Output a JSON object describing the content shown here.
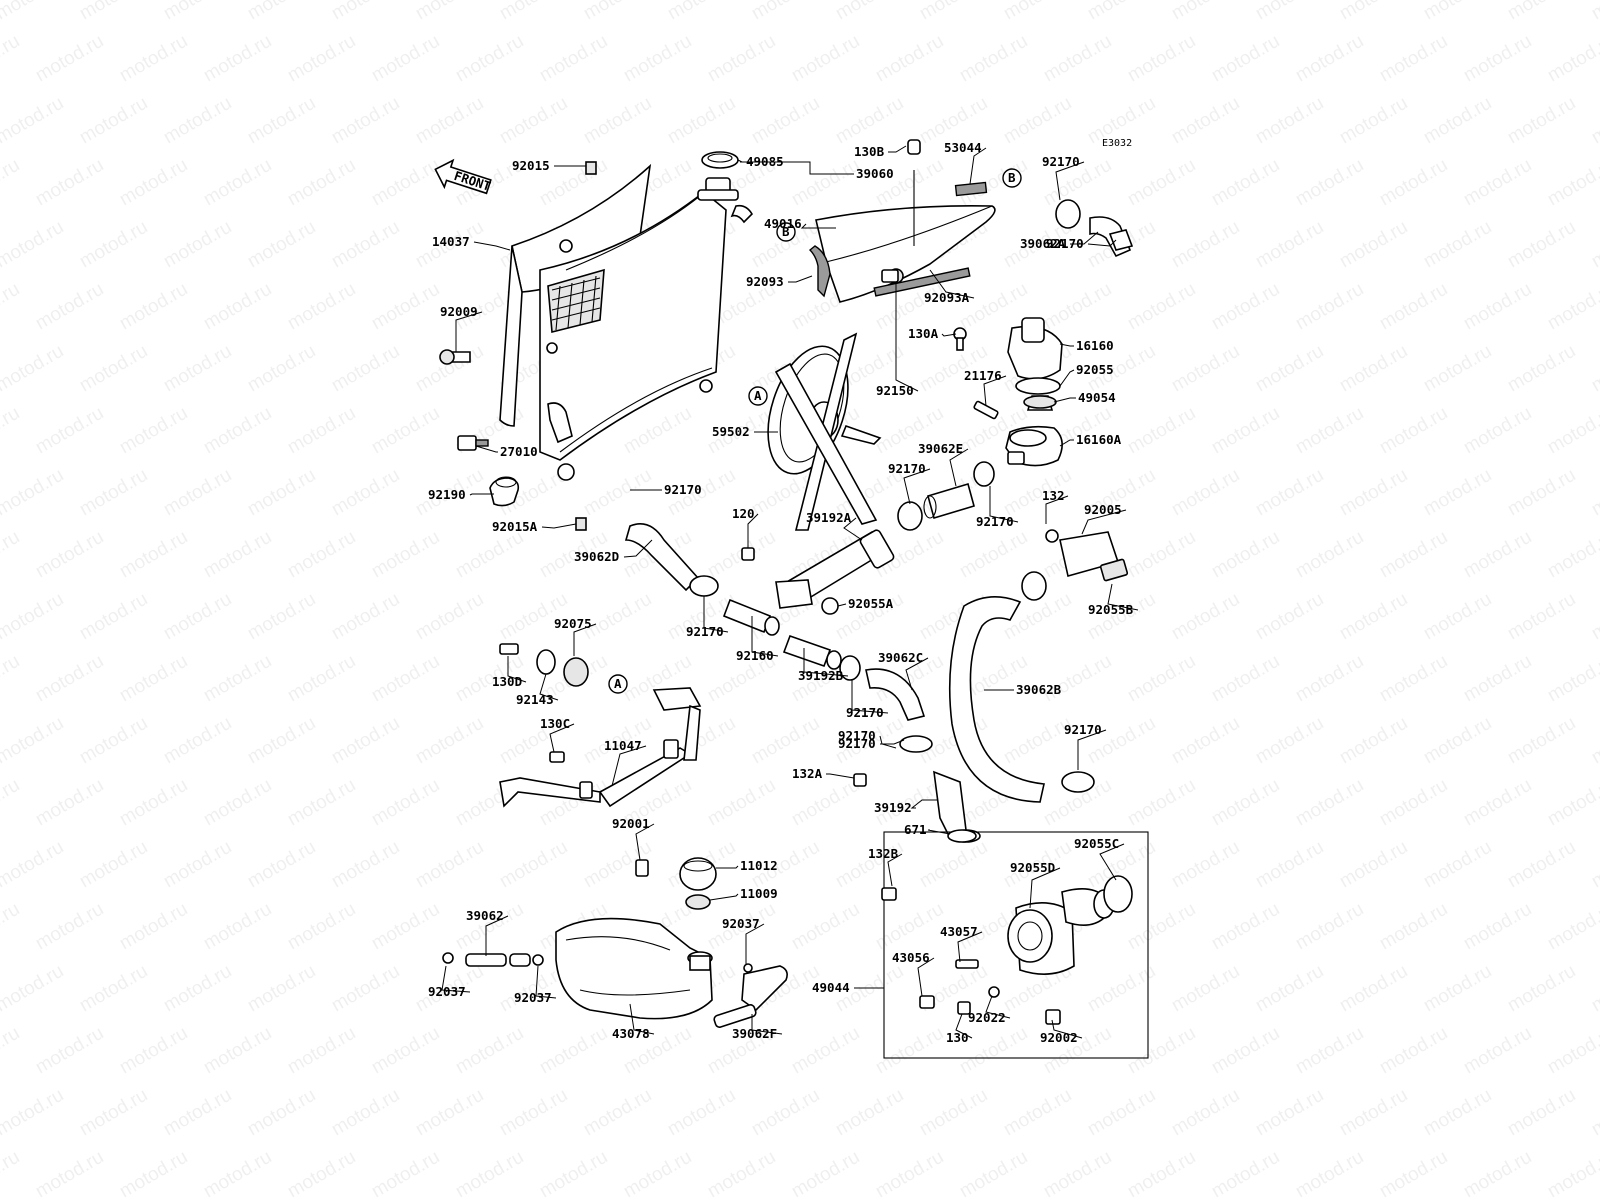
{
  "watermark": "motod.ru",
  "diagram_code": "E3032",
  "front_label": "FRONT",
  "reference_markers": [
    "A",
    "B"
  ],
  "parts": [
    "92015",
    "14037",
    "92009",
    "27010",
    "92190",
    "92015A",
    "39062D",
    "92170",
    "49085",
    "39060",
    "130B",
    "53044",
    "49016",
    "92093",
    "92093A",
    "92170",
    "39062A",
    "92170",
    "130A",
    "16160",
    "92055",
    "21176",
    "49054",
    "16160A",
    "92150",
    "59502",
    "39062E",
    "92170",
    "92170",
    "132",
    "92005",
    "92055B",
    "120",
    "39192A",
    "92055A",
    "92170",
    "92160",
    "39192B",
    "39062C",
    "92170",
    "92170",
    "39062B",
    "92170",
    "92075",
    "130D",
    "92143",
    "130C",
    "11047",
    "132A",
    "92170",
    "39192",
    "671",
    "92001",
    "11012",
    "11009",
    "39062",
    "92037",
    "92037",
    "92037",
    "43078",
    "39062F",
    "132B",
    "92055D",
    "92055C",
    "43057",
    "43056",
    "49044",
    "130",
    "92022",
    "92002"
  ]
}
